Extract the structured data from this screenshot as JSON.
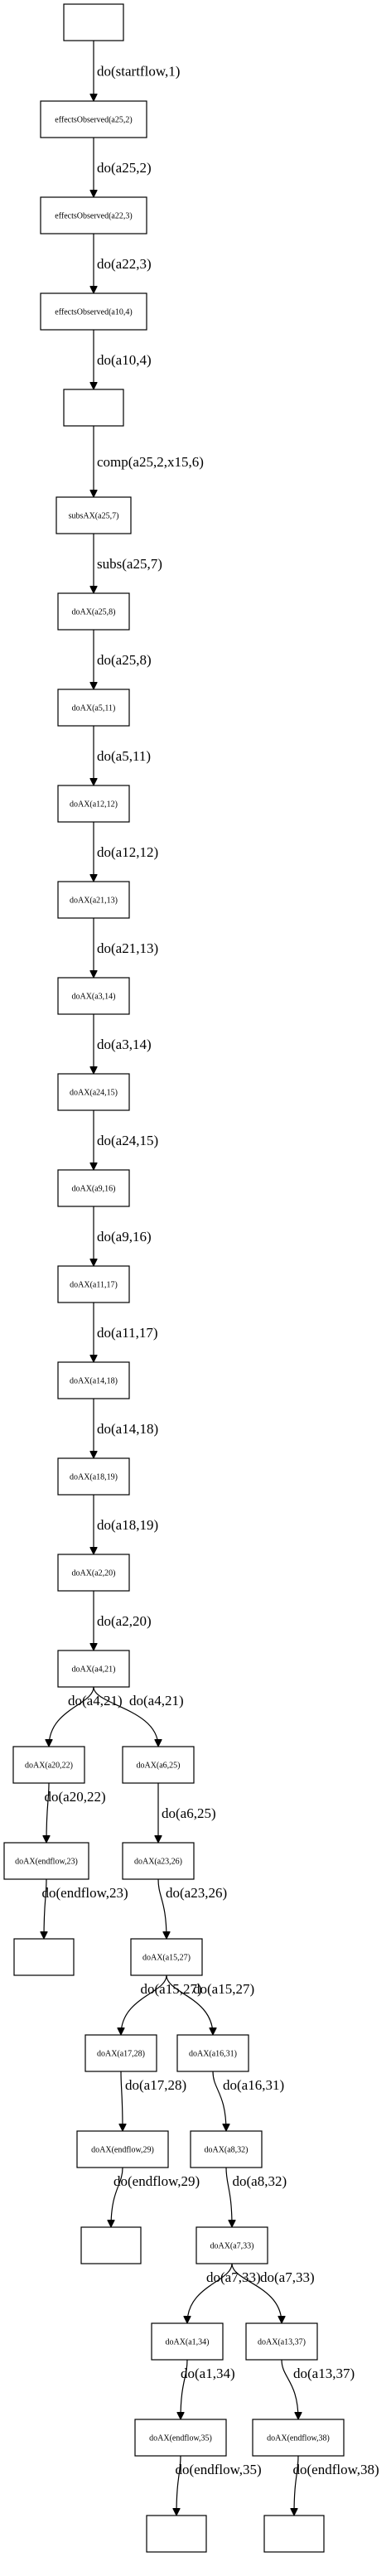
{
  "diagram": {
    "nodes": [
      {
        "id": "n0",
        "label": ""
      },
      {
        "id": "n1",
        "label": "effectsObserved(a25,2)"
      },
      {
        "id": "n2",
        "label": "effectsObserved(a22,3)"
      },
      {
        "id": "n3",
        "label": "effectsObserved(a10,4)"
      },
      {
        "id": "n4",
        "label": ""
      },
      {
        "id": "n5",
        "label": "subsAX(a25,7)"
      },
      {
        "id": "n6",
        "label": "doAX(a25,8)"
      },
      {
        "id": "n7",
        "label": "doAX(a5,11)"
      },
      {
        "id": "n8",
        "label": "doAX(a12,12)"
      },
      {
        "id": "n9",
        "label": "doAX(a21,13)"
      },
      {
        "id": "n10",
        "label": "doAX(a3,14)"
      },
      {
        "id": "n11",
        "label": "doAX(a24,15)"
      },
      {
        "id": "n12",
        "label": "doAX(a9,16)"
      },
      {
        "id": "n13",
        "label": "doAX(a11,17)"
      },
      {
        "id": "n14",
        "label": "doAX(a14,18)"
      },
      {
        "id": "n15",
        "label": "doAX(a18,19)"
      },
      {
        "id": "n16",
        "label": "doAX(a2,20)"
      },
      {
        "id": "n17",
        "label": "doAX(a4,21)"
      },
      {
        "id": "n18",
        "label": "doAX(a20,22)"
      },
      {
        "id": "n19",
        "label": "doAX(a6,25)"
      },
      {
        "id": "n20",
        "label": "doAX(endflow,23)"
      },
      {
        "id": "n21",
        "label": "doAX(a23,26)"
      },
      {
        "id": "n22",
        "label": ""
      },
      {
        "id": "n23",
        "label": "doAX(a15,27)"
      },
      {
        "id": "n24",
        "label": "doAX(a17,28)"
      },
      {
        "id": "n25",
        "label": "doAX(a16,31)"
      },
      {
        "id": "n26",
        "label": "doAX(endflow,29)"
      },
      {
        "id": "n27",
        "label": "doAX(a8,32)"
      },
      {
        "id": "n28",
        "label": ""
      },
      {
        "id": "n29",
        "label": "doAX(a7,33)"
      },
      {
        "id": "n30",
        "label": "doAX(a1,34)"
      },
      {
        "id": "n31",
        "label": "doAX(a13,37)"
      },
      {
        "id": "n32",
        "label": "doAX(endflow,35)"
      },
      {
        "id": "n33",
        "label": "doAX(endflow,38)"
      },
      {
        "id": "n34",
        "label": ""
      },
      {
        "id": "n35",
        "label": ""
      }
    ],
    "edges": [
      {
        "from": "n0",
        "to": "n1",
        "label": "do(startflow,1)"
      },
      {
        "from": "n1",
        "to": "n2",
        "label": "do(a25,2)"
      },
      {
        "from": "n2",
        "to": "n3",
        "label": "do(a22,3)"
      },
      {
        "from": "n3",
        "to": "n4",
        "label": "do(a10,4)"
      },
      {
        "from": "n4",
        "to": "n5",
        "label": "comp(a25,2,x15,6)"
      },
      {
        "from": "n5",
        "to": "n6",
        "label": "subs(a25,7)"
      },
      {
        "from": "n6",
        "to": "n7",
        "label": "do(a25,8)"
      },
      {
        "from": "n7",
        "to": "n8",
        "label": "do(a5,11)"
      },
      {
        "from": "n8",
        "to": "n9",
        "label": "do(a12,12)"
      },
      {
        "from": "n9",
        "to": "n10",
        "label": "do(a21,13)"
      },
      {
        "from": "n10",
        "to": "n11",
        "label": "do(a3,14)"
      },
      {
        "from": "n11",
        "to": "n12",
        "label": "do(a24,15)"
      },
      {
        "from": "n12",
        "to": "n13",
        "label": "do(a9,16)"
      },
      {
        "from": "n13",
        "to": "n14",
        "label": "do(a11,17)"
      },
      {
        "from": "n14",
        "to": "n15",
        "label": "do(a14,18)"
      },
      {
        "from": "n15",
        "to": "n16",
        "label": "do(a18,19)"
      },
      {
        "from": "n16",
        "to": "n17",
        "label": "do(a2,20)"
      },
      {
        "from": "n17",
        "to": "n18",
        "label": "do(a4,21)"
      },
      {
        "from": "n17",
        "to": "n19",
        "label": "do(a4,21)"
      },
      {
        "from": "n18",
        "to": "n20",
        "label": "do(a20,22)"
      },
      {
        "from": "n19",
        "to": "n21",
        "label": "do(a6,25)"
      },
      {
        "from": "n20",
        "to": "n22",
        "label": "do(endflow,23)"
      },
      {
        "from": "n21",
        "to": "n23",
        "label": "do(a23,26)"
      },
      {
        "from": "n23",
        "to": "n24",
        "label": "do(a15,27)"
      },
      {
        "from": "n23",
        "to": "n25",
        "label": "do(a15,27)"
      },
      {
        "from": "n24",
        "to": "n26",
        "label": "do(a17,28)"
      },
      {
        "from": "n25",
        "to": "n27",
        "label": "do(a16,31)"
      },
      {
        "from": "n26",
        "to": "n28",
        "label": "do(endflow,29)"
      },
      {
        "from": "n27",
        "to": "n29",
        "label": "do(a8,32)"
      },
      {
        "from": "n29",
        "to": "n30",
        "label": "do(a7,33)"
      },
      {
        "from": "n29",
        "to": "n31",
        "label": "do(a7,33)"
      },
      {
        "from": "n30",
        "to": "n32",
        "label": "do(a1,34)"
      },
      {
        "from": "n31",
        "to": "n33",
        "label": "do(a13,37)"
      },
      {
        "from": "n32",
        "to": "n34",
        "label": "do(endflow,35)"
      },
      {
        "from": "n33",
        "to": "n35",
        "label": "do(endflow,38)"
      }
    ]
  }
}
